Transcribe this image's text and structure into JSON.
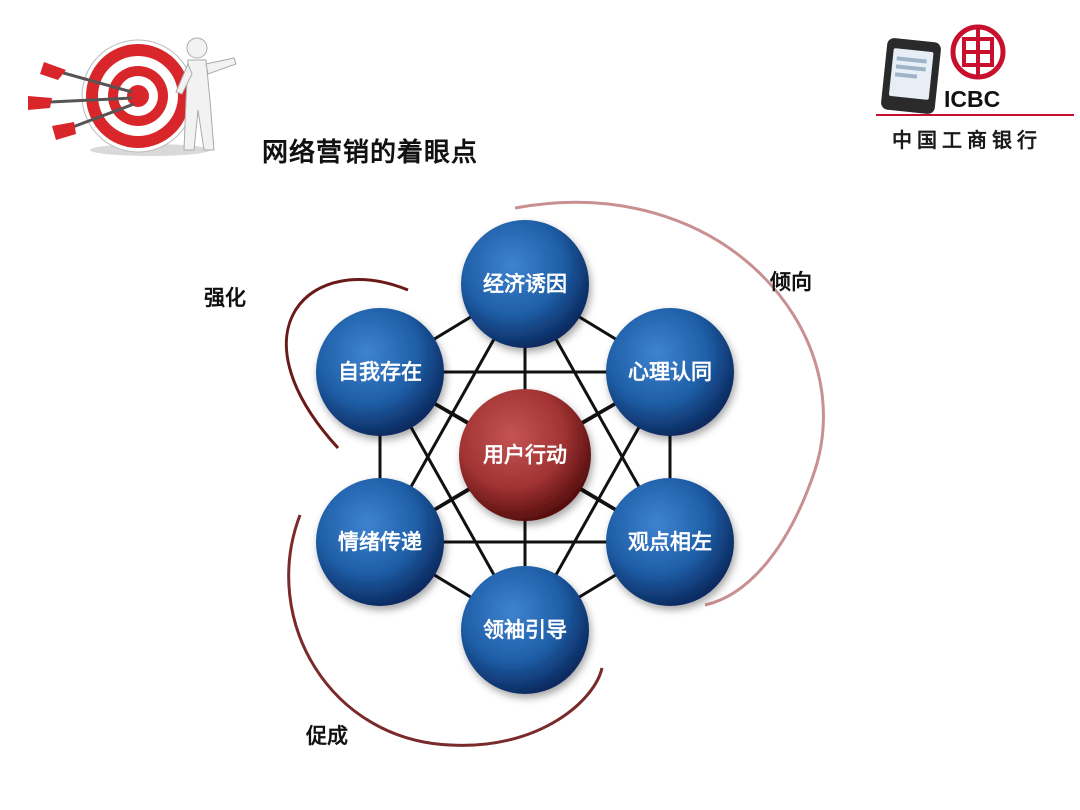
{
  "title": "网络营销的着眼点",
  "logo": {
    "brand_text": "ICBC",
    "bank_name": "中国工商银行",
    "emblem_icon": "icbc-emblem-icon",
    "phone_icon": "mobile-phone-icon"
  },
  "decoration": {
    "target_icon": "target-with-arrows-icon",
    "figure_icon": "white-figure-icon"
  },
  "arc_labels": {
    "reinforce": "强化",
    "tendency": "倾向",
    "facilitate": "促成"
  },
  "center_node": "用户行动",
  "outer_nodes": [
    "经济诱因",
    "心理认同",
    "观点相左",
    "领袖引导",
    "情绪传递",
    "自我存在"
  ],
  "colors": {
    "outer_node": "#1f5fa8",
    "outer_node_dark": "#0b2c62",
    "center_node": "#a33434",
    "center_node_dark": "#5a1010",
    "arc_reinforce": "#6b1a1a",
    "arc_tendency": "#c89090",
    "arc_facilitate": "#7a2a2a",
    "lines": "#111111",
    "target_red": "#d8262a"
  }
}
